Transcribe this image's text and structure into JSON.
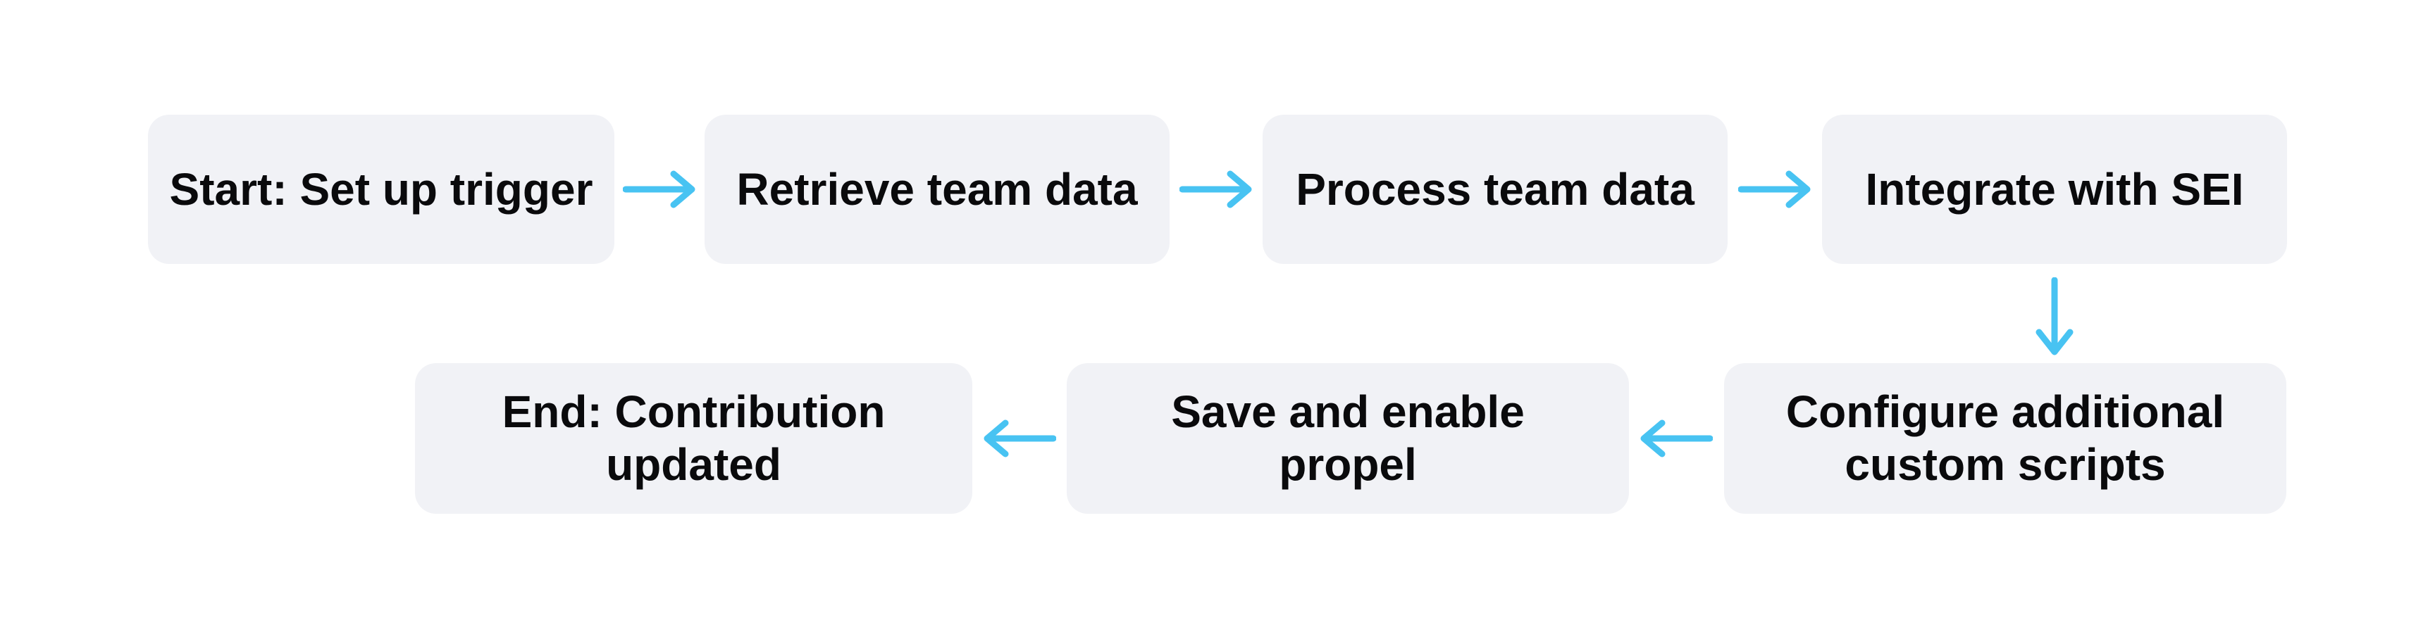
{
  "diagram": {
    "type": "flowchart",
    "colors": {
      "background": "#ffffff",
      "node_fill": "#f1f2f6",
      "arrow": "#48c3f2",
      "text": "#0a0a0c"
    },
    "nodes": [
      {
        "id": "start",
        "label": "Start: Set up trigger"
      },
      {
        "id": "retrieve",
        "label": "Retrieve team data"
      },
      {
        "id": "process",
        "label": "Process team data"
      },
      {
        "id": "integrate",
        "label": "Integrate with SEI"
      },
      {
        "id": "configure",
        "label": "Configure additional custom scripts"
      },
      {
        "id": "save",
        "label": "Save and enable propel"
      },
      {
        "id": "end",
        "label": "End: Contribution updated"
      }
    ],
    "edges": [
      {
        "from": "start",
        "to": "retrieve",
        "direction": "right"
      },
      {
        "from": "retrieve",
        "to": "process",
        "direction": "right"
      },
      {
        "from": "process",
        "to": "integrate",
        "direction": "right"
      },
      {
        "from": "integrate",
        "to": "configure",
        "direction": "down"
      },
      {
        "from": "configure",
        "to": "save",
        "direction": "left"
      },
      {
        "from": "save",
        "to": "end",
        "direction": "left"
      }
    ]
  }
}
